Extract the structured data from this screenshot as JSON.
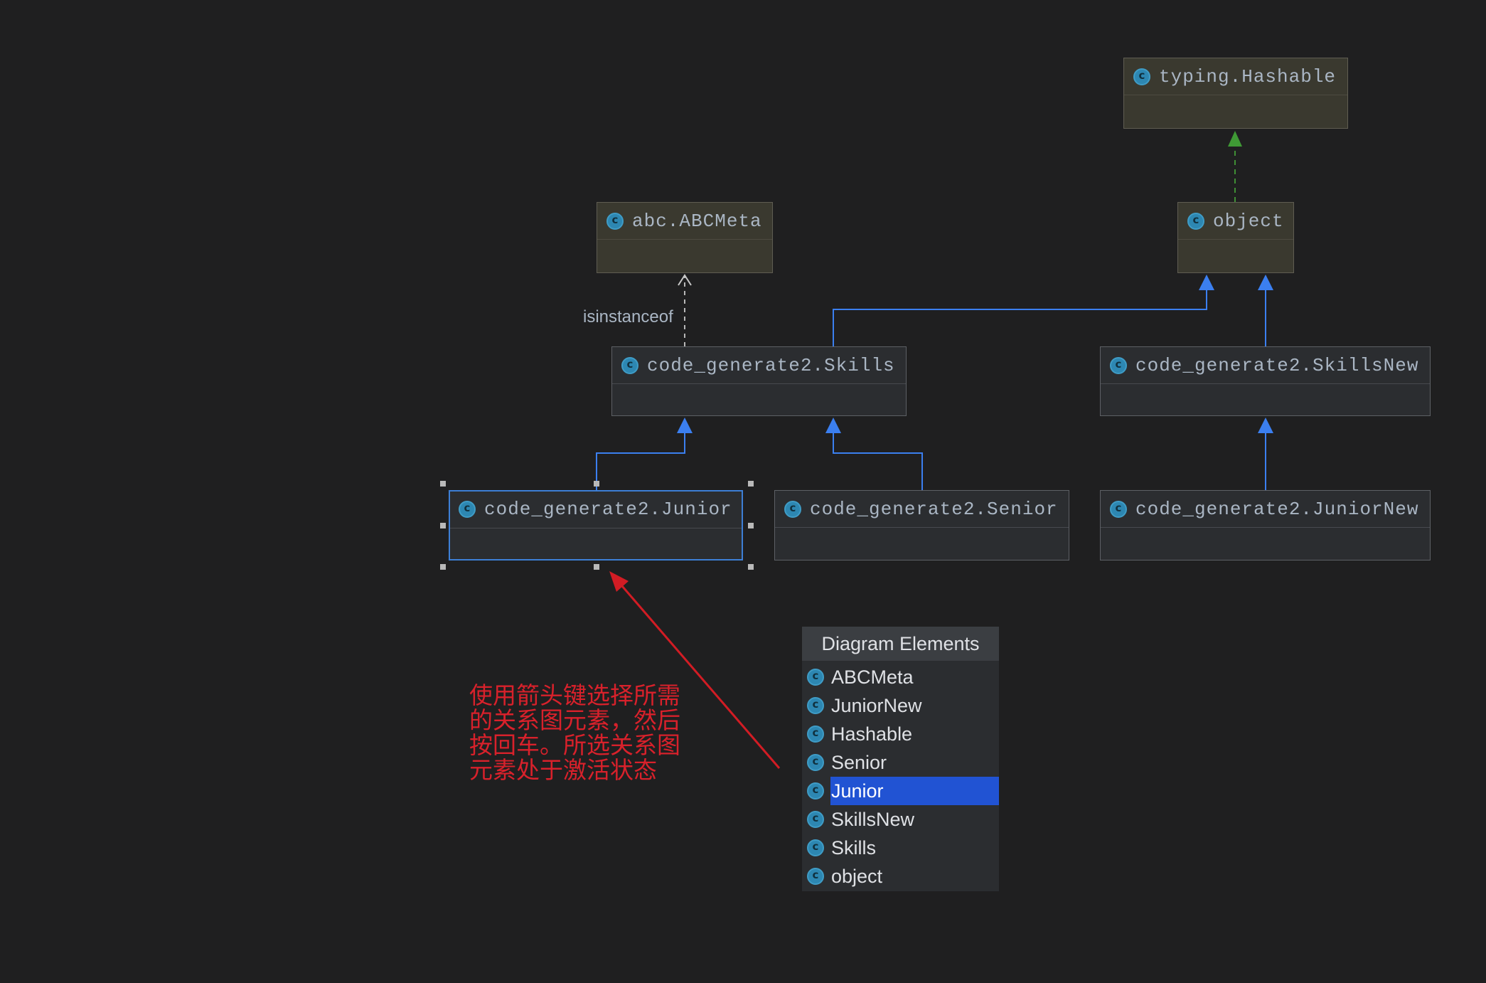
{
  "diagram": {
    "nodes": {
      "hashable": {
        "label": "typing.Hashable"
      },
      "object": {
        "label": "object"
      },
      "abcmeta": {
        "label": "abc.ABCMeta"
      },
      "skills": {
        "label": "code_generate2.Skills"
      },
      "skills_new": {
        "label": "code_generate2.SkillsNew"
      },
      "junior": {
        "label": "code_generate2.Junior"
      },
      "senior": {
        "label": "code_generate2.Senior"
      },
      "junior_new": {
        "label": "code_generate2.JuniorNew"
      }
    },
    "edge_label": "isinstanceof"
  },
  "annotation": {
    "lines": [
      "使用箭头键选择所需",
      "的关系图元素，然后",
      "按回车。所选关系图",
      "元素处于激活状态"
    ]
  },
  "popup": {
    "title": "Diagram Elements",
    "items": [
      "ABCMeta",
      "JuniorNew",
      "Hashable",
      "Senior",
      "Junior",
      "SkillsNew",
      "Skills",
      "object"
    ],
    "selected_index": 4
  },
  "icons": {
    "class": "class-icon"
  },
  "colors": {
    "background": "#1f1f20",
    "inheritance_arrow": "#3b7ff0",
    "implements_arrow": "#3f8f35",
    "dependency_arrow": "#b8b8b8",
    "selection_border": "#3d7fd6",
    "popup_selection": "#2153d3",
    "annotation": "#d8212b"
  }
}
